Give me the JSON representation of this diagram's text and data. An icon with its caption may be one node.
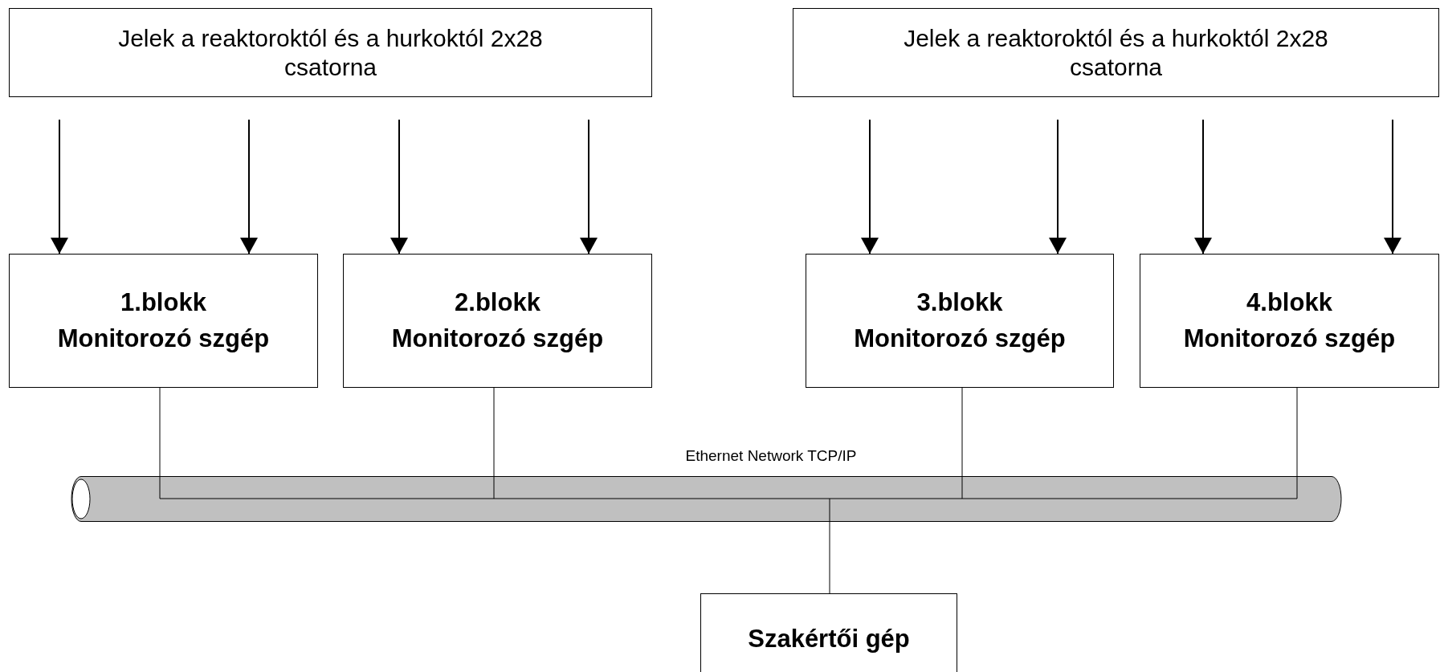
{
  "diagram": {
    "nodes": [
      {
        "text": [
          "Jelek a reaktoroktól és a hurkoktól 2x28 csatorna"
        ]
      },
      {
        "text": [
          "Jelek a reaktoroktól és a hurkoktól 2x28 csatorna"
        ]
      },
      {
        "text": [
          "1.blokk",
          "Monitorozó szgép"
        ]
      },
      {
        "text": [
          "2.blokk",
          "Monitorozó szgép"
        ]
      },
      {
        "text": [
          "3.blokk",
          "Monitorozó szgép"
        ]
      },
      {
        "text": [
          "4.blokk",
          "Monitorozó szgép"
        ]
      },
      {
        "text": [],
        "shape": "cylinder",
        "beside": [
          "Ethernet Network TCP/IP"
        ]
      },
      {
        "text": [
          "Szakértői gép"
        ]
      }
    ],
    "edges": [
      {
        "from": 0,
        "to": 2,
        "arrow": "to"
      },
      {
        "from": 0,
        "to": 2,
        "arrow": "to"
      },
      {
        "from": 0,
        "to": 3,
        "arrow": "to"
      },
      {
        "from": 0,
        "to": 3,
        "arrow": "to"
      },
      {
        "from": 1,
        "to": 4,
        "arrow": "to"
      },
      {
        "from": 1,
        "to": 4,
        "arrow": "to"
      },
      {
        "from": 1,
        "to": 5,
        "arrow": "to"
      },
      {
        "from": 1,
        "to": 5,
        "arrow": "to"
      },
      {
        "from": 2,
        "to": 6,
        "arrow": "none"
      },
      {
        "from": 3,
        "to": 6,
        "arrow": "none"
      },
      {
        "from": 4,
        "to": 6,
        "arrow": "none"
      },
      {
        "from": 5,
        "to": 6,
        "arrow": "none"
      },
      {
        "from": 6,
        "to": 7,
        "arrow": "none"
      }
    ]
  }
}
